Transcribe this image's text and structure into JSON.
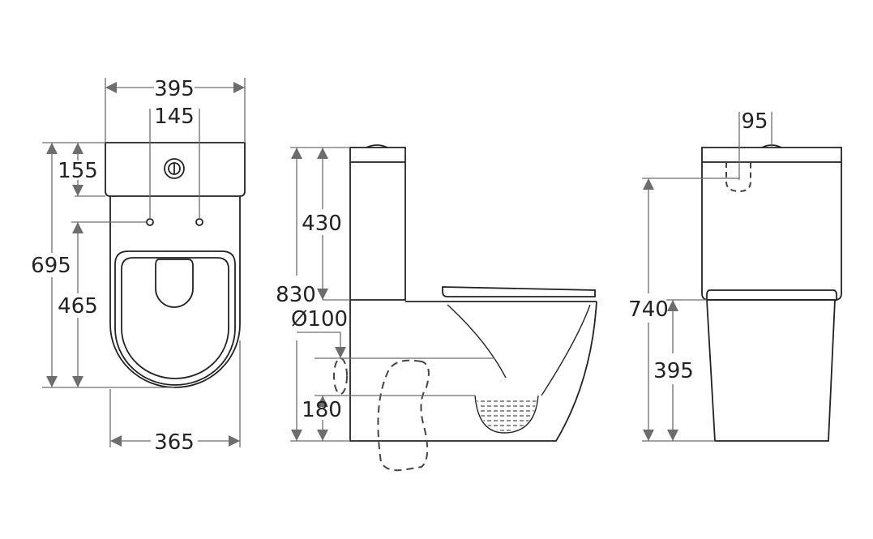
{
  "colors": {
    "outline": "#222222",
    "dimension": "#6d6d6d",
    "hidden_line": "#6d6d6d"
  },
  "top_view": {
    "overall_width": "395",
    "hole_spacing": "145",
    "tank_depth": "155",
    "overall_length": "695",
    "hole_to_front": "465",
    "bowl_width": "365"
  },
  "side_view": {
    "overall_height": "830",
    "tank_height": "430",
    "outlet_diameter": "Ø100",
    "outlet_height": "180"
  },
  "front_view": {
    "valve_offset": "95",
    "tank_total_height": "740",
    "bowl_height": "395"
  }
}
